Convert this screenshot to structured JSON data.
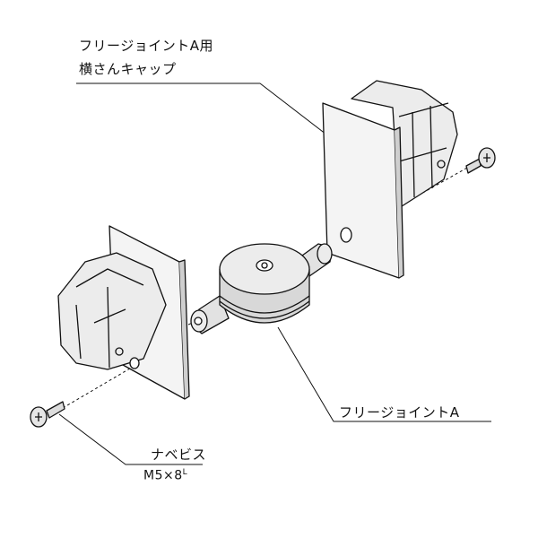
{
  "labels": {
    "cap_line1": "フリージョイントA用",
    "cap_line2": "横さんキャップ",
    "joint": "フリージョイントA",
    "screw_name": "ナベビス",
    "screw_size": "M5×8",
    "screw_size_suffix": "L"
  },
  "colors": {
    "line": "#111111",
    "fill_light": "#e6e6e6",
    "fill_mid": "#d2d2d2"
  }
}
